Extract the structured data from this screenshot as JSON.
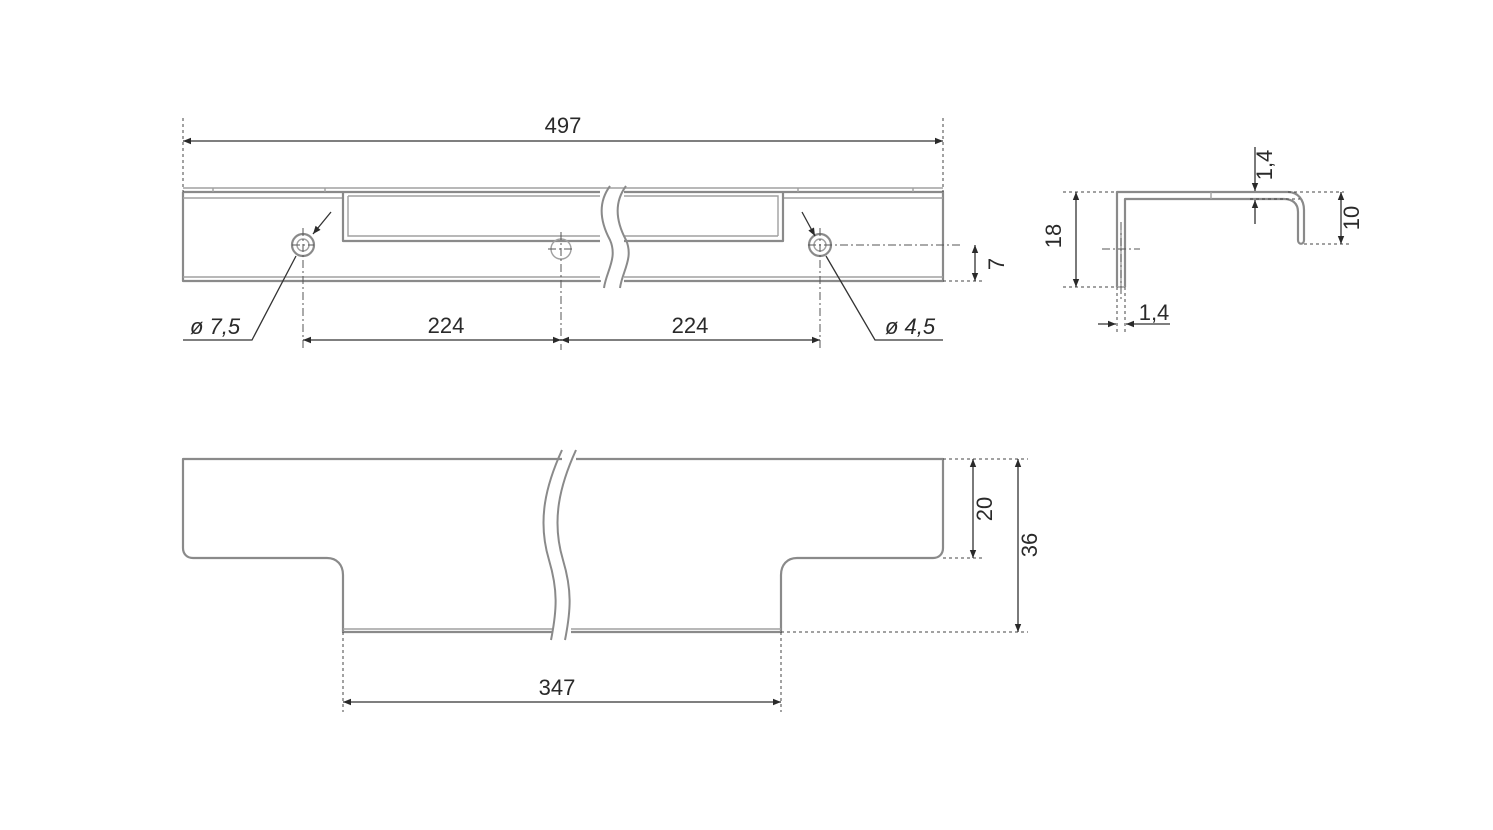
{
  "dimensions": {
    "overall_length": "497",
    "hole_spacing_left": "224",
    "hole_spacing_right": "224",
    "hole_large_diameter": "ø 7,5",
    "hole_small_diameter": "ø 4,5",
    "hole_offset": "7",
    "profile_height": "18",
    "profile_thickness_top": "1,4",
    "profile_thickness_bottom": "1,4",
    "profile_lip": "10",
    "bottom_view_width": "347",
    "bottom_view_depth_small": "20",
    "bottom_view_depth_total": "36"
  }
}
